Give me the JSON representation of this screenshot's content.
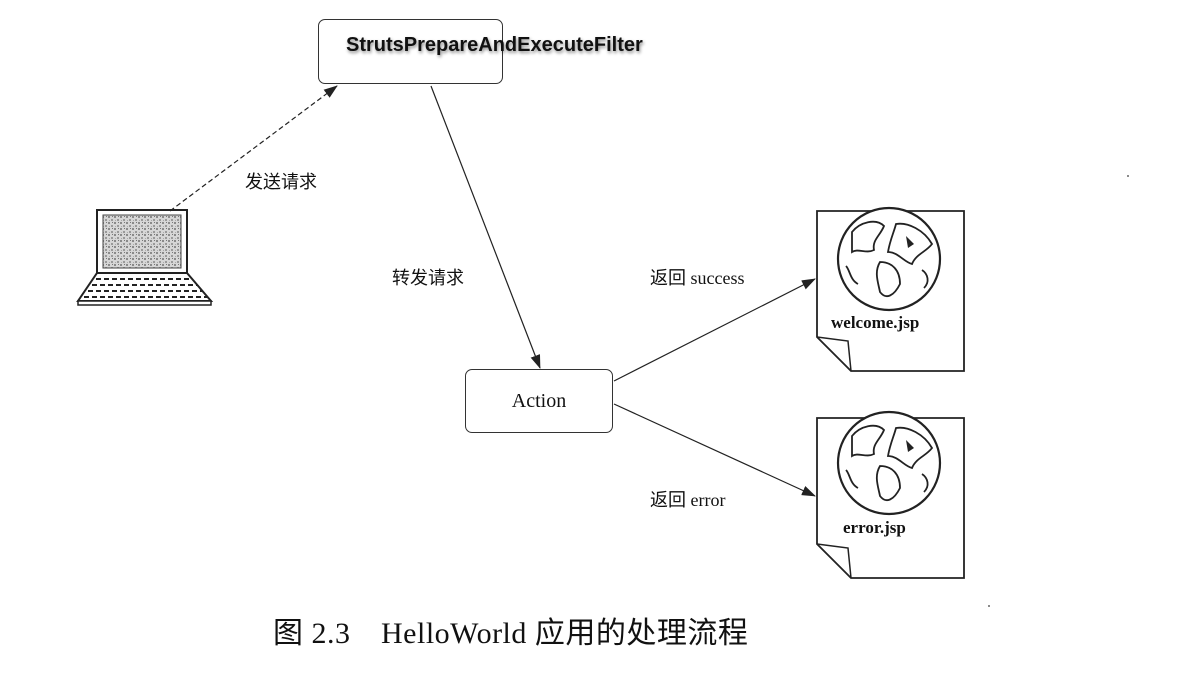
{
  "nodes": {
    "filter": "StrutsPrepareAndExecuteFilter",
    "action": "Action",
    "welcome_page": "welcome.jsp",
    "error_page": "error.jsp"
  },
  "edges": {
    "send_request": "发送请求",
    "forward_request": "转发请求",
    "return_success": "返回 success",
    "return_error": "返回 error"
  },
  "caption": "图 2.3　HelloWorld 应用的处理流程",
  "icons": [
    "laptop-icon",
    "globe-document-icon"
  ],
  "colors": {
    "stroke": "#222222",
    "background": "#ffffff"
  }
}
